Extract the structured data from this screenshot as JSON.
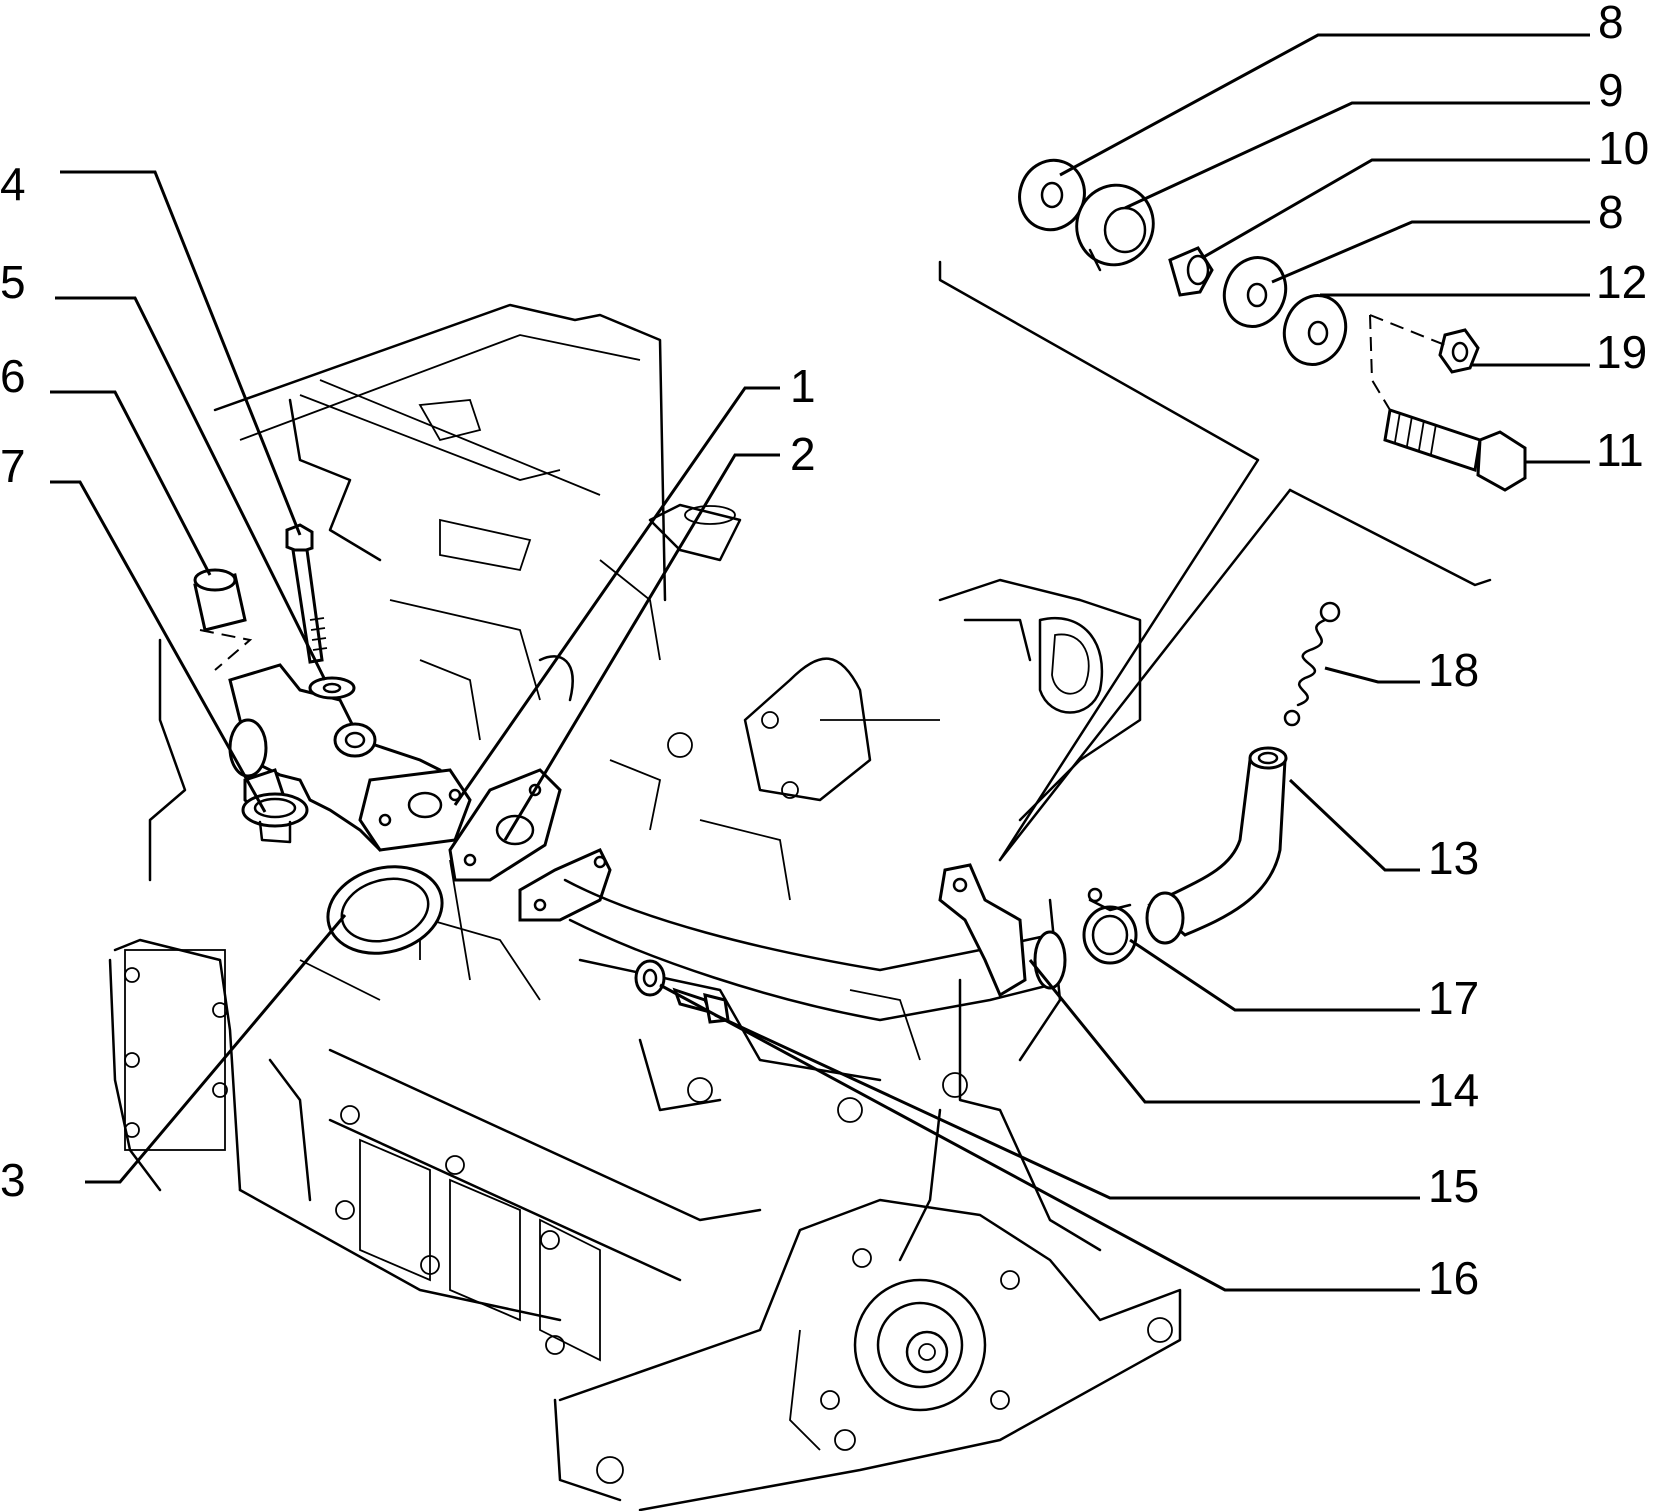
{
  "diagram": {
    "callouts": [
      {
        "id": "c1",
        "label": "1"
      },
      {
        "id": "c2",
        "label": "2"
      },
      {
        "id": "c3",
        "label": "3"
      },
      {
        "id": "c4",
        "label": "4"
      },
      {
        "id": "c5",
        "label": "5"
      },
      {
        "id": "c6",
        "label": "6"
      },
      {
        "id": "c7",
        "label": "7"
      },
      {
        "id": "c8a",
        "label": "8"
      },
      {
        "id": "c9",
        "label": "9"
      },
      {
        "id": "c10",
        "label": "10"
      },
      {
        "id": "c8b",
        "label": "8"
      },
      {
        "id": "c12",
        "label": "12"
      },
      {
        "id": "c19",
        "label": "19"
      },
      {
        "id": "c11",
        "label": "11"
      },
      {
        "id": "c18",
        "label": "18"
      },
      {
        "id": "c13",
        "label": "13"
      },
      {
        "id": "c17",
        "label": "17"
      },
      {
        "id": "c14",
        "label": "14"
      },
      {
        "id": "c15",
        "label": "15"
      },
      {
        "id": "c16",
        "label": "16"
      }
    ],
    "ink_color": "#000000",
    "background_color": "#ffffff"
  }
}
